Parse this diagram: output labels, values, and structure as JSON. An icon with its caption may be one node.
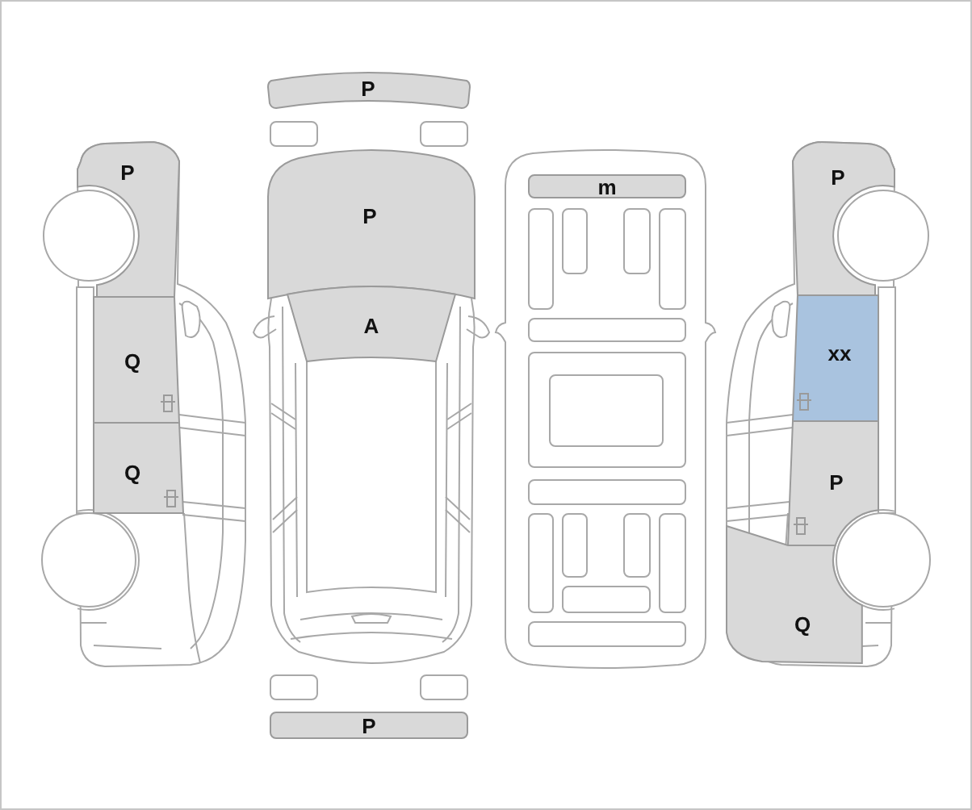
{
  "diagram": {
    "nodes": [
      {
        "text": [
          "P"
        ]
      },
      {
        "text": [
          "Q"
        ]
      },
      {
        "text": [
          "Q"
        ]
      },
      {
        "text": [
          "P"
        ]
      },
      {
        "text": [],
        "shape": "box"
      },
      {
        "text": [],
        "shape": "box"
      },
      {
        "text": [
          "P"
        ]
      },
      {
        "text": [
          "A"
        ]
      },
      {
        "text": [],
        "shape": "box"
      },
      {
        "text": [],
        "shape": "box"
      },
      {
        "text": [
          "P"
        ]
      },
      {
        "text": [
          "m"
        ]
      },
      {
        "text": [],
        "shape": "box"
      },
      {
        "text": [],
        "shape": "box"
      },
      {
        "text": [],
        "shape": "box"
      },
      {
        "text": [],
        "shape": "box"
      },
      {
        "text": [],
        "shape": "box"
      },
      {
        "text": [],
        "shape": "box"
      },
      {
        "text": [],
        "shape": "box",
        "in": 17
      },
      {
        "text": [],
        "shape": "box"
      },
      {
        "text": [],
        "shape": "box"
      },
      {
        "text": [],
        "shape": "box"
      },
      {
        "text": [],
        "shape": "box"
      },
      {
        "text": [],
        "shape": "box"
      },
      {
        "text": [],
        "shape": "box"
      },
      {
        "text": [],
        "shape": "box"
      },
      {
        "text": [
          "P"
        ]
      },
      {
        "text": [
          "xx"
        ]
      },
      {
        "text": [
          "P"
        ]
      },
      {
        "text": [
          "Q"
        ]
      }
    ]
  }
}
